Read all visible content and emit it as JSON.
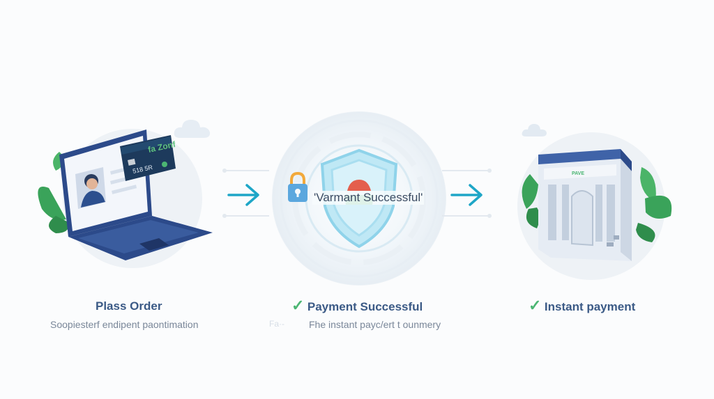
{
  "steps": [
    {
      "title": "Plass Order",
      "subtitle": "Soopiesterf endipent paontimation",
      "card_text_top": "fa Zonf",
      "card_number": "518 5R"
    },
    {
      "title": "Payment Successful",
      "subtitle": "Fhe instant payc/ert t ounmery",
      "badge_text": "'Varmant Successful'",
      "stray_text": "Fa·-"
    },
    {
      "title": "Instant payment",
      "subtitle": "",
      "building_sign": "PAVE"
    }
  ],
  "colors": {
    "accent_blue": "#1ea6c7",
    "title_blue": "#3b5a86",
    "check_green": "#4cb673",
    "laptop_navy": "#2c4a8a"
  }
}
